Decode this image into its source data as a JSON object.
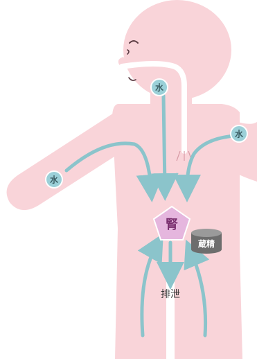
{
  "labels": {
    "water_mouth": "水",
    "water_left_arm": "水",
    "water_right_arm": "水",
    "kidney": "腎",
    "storage": "蔵精",
    "excretion": "排泄"
  },
  "colors": {
    "body_fill": "#f9d4d9",
    "body_outline": "#f1b6bf",
    "arrow": "#8bc4cb",
    "water_badge": "#9bd0d8",
    "water_badge_stroke": "#ffffff",
    "kidney_fill": "#e5b6de",
    "kidney_stroke": "#ffffff",
    "kidney_text": "#7a2f6f",
    "storage_dark": "#6d6d6d",
    "storage_top": "#9a9a9a",
    "storage_text": "#ffffff",
    "throat_tube": "#ffffff",
    "face_line": "#5a3b42"
  }
}
